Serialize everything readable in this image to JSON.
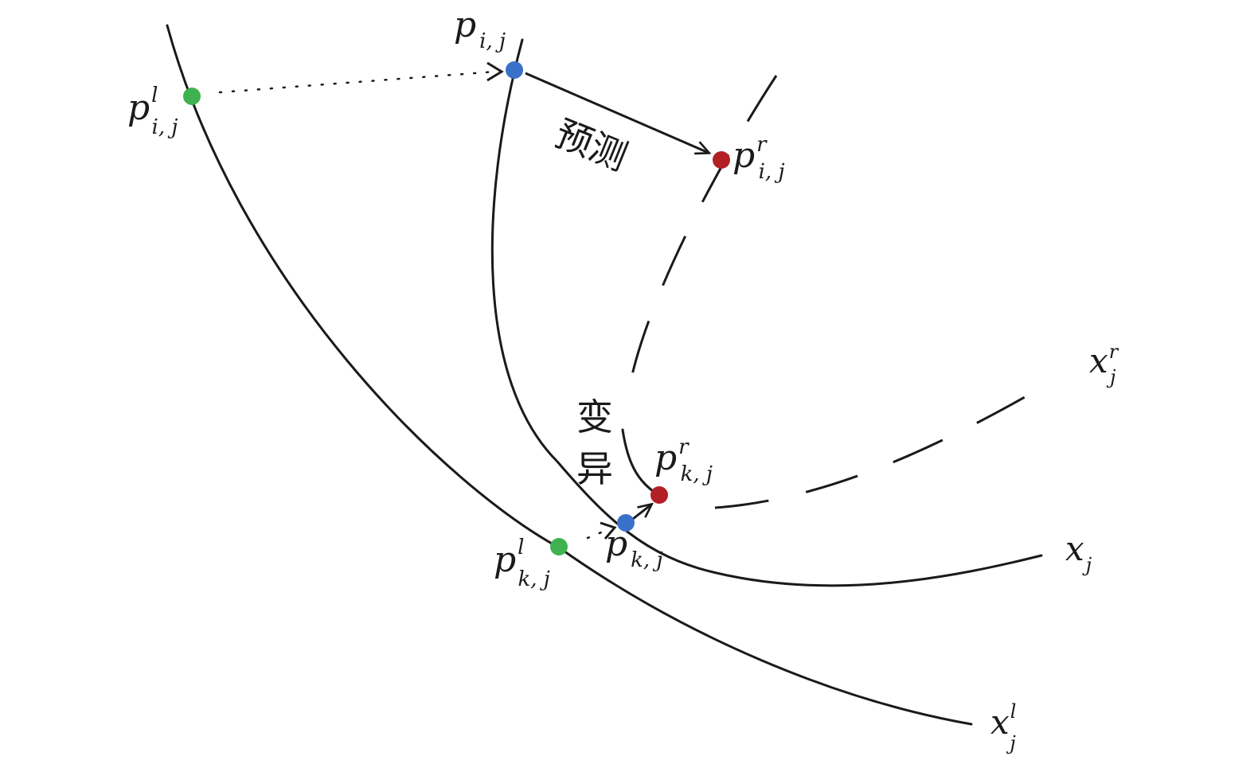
{
  "colors": {
    "line": "#1a1a1a",
    "green_point": "#3fb24f",
    "blue_point": "#3a70c9",
    "red_point": "#b21f24"
  },
  "curves": {
    "x_l": {
      "base": "x",
      "sub": "j",
      "sup": "l"
    },
    "x": {
      "base": "x",
      "sub": "j",
      "sup": ""
    },
    "x_r": {
      "base": "x",
      "sub": "j",
      "sup": "r"
    }
  },
  "points": {
    "p_l_ij": {
      "base": "p",
      "sub": "i, j",
      "sup": "l"
    },
    "p_ij": {
      "base": "p",
      "sub": "i, j",
      "sup": ""
    },
    "p_r_ij": {
      "base": "p",
      "sub": "i, j",
      "sup": "r"
    },
    "p_l_kj": {
      "base": "p",
      "sub": "k, j",
      "sup": "l"
    },
    "p_kj": {
      "base": "p",
      "sub": "k, j",
      "sup": ""
    },
    "p_r_kj": {
      "base": "p",
      "sub": "k, j",
      "sup": "r"
    }
  },
  "annotations": {
    "predict": "预测",
    "mutate_1": "变",
    "mutate_2": "异"
  }
}
